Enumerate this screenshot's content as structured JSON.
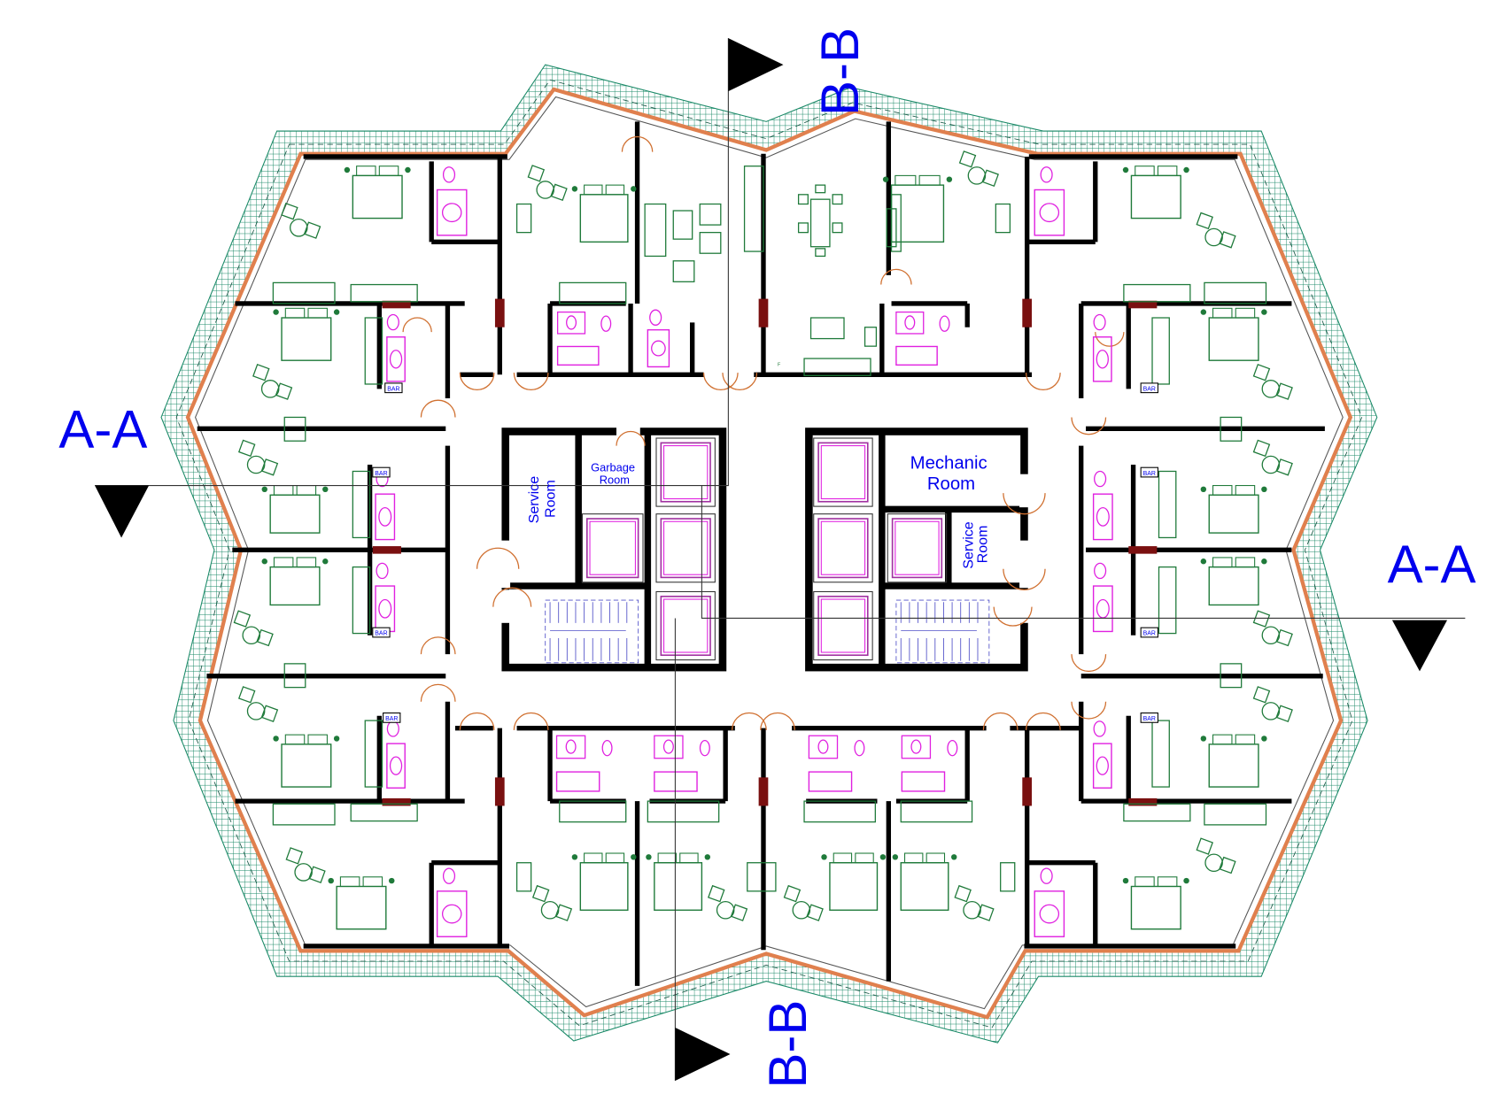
{
  "plan": {
    "section_marks": {
      "aa_left": "A-A",
      "aa_right": "A-A",
      "bb_top": "B-B",
      "bb_bottom": "B-B"
    },
    "rooms": {
      "service_room_left": [
        "Service",
        "Room"
      ],
      "garbage_room": [
        "Garbage",
        "Room"
      ],
      "mechanic_room": [
        "Mechanic",
        "Room"
      ],
      "service_room_right": [
        "Service",
        "Room"
      ]
    },
    "bar_label": "BAR",
    "fridge_label": "F"
  },
  "colors": {
    "label_blue": "#0000ee",
    "wall": "#000000",
    "terrace_hatch": "#1b8a68",
    "facade_line": "#e0804e",
    "furniture": "#1f7a3a",
    "sanitary": "#e020e0",
    "column": "#7a1010",
    "door_swing": "#d07030",
    "stair": "#5050c8"
  }
}
